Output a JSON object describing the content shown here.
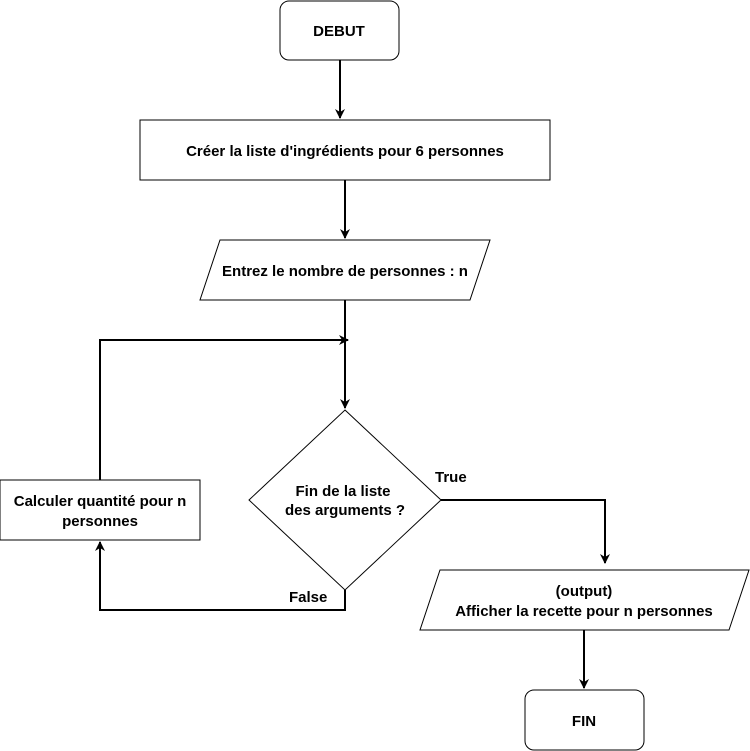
{
  "diagram": {
    "nodes": {
      "start": {
        "label": "DEBUT",
        "shape": "rounded-rectangle"
      },
      "create_list": {
        "label": "Créer la liste d'ingrédients pour 6 personnes",
        "shape": "rectangle"
      },
      "input_n": {
        "label": "Entrez le nombre de personnes : n",
        "shape": "parallelogram"
      },
      "decision": {
        "lines": [
          "Fin de la liste",
          "des arguments ?"
        ],
        "shape": "diamond"
      },
      "compute": {
        "lines": [
          "Calculer quantité pour n",
          "personnes"
        ],
        "shape": "rectangle"
      },
      "output": {
        "lines": [
          "(output)",
          "Afficher la recette pour n personnes"
        ],
        "shape": "parallelogram"
      },
      "end": {
        "label": "FIN",
        "shape": "rounded-rectangle"
      }
    },
    "edges": {
      "true_label": "True",
      "false_label": "False"
    },
    "colors": {
      "stroke": "#000000",
      "fill": "#ffffff",
      "text": "#000000"
    }
  }
}
